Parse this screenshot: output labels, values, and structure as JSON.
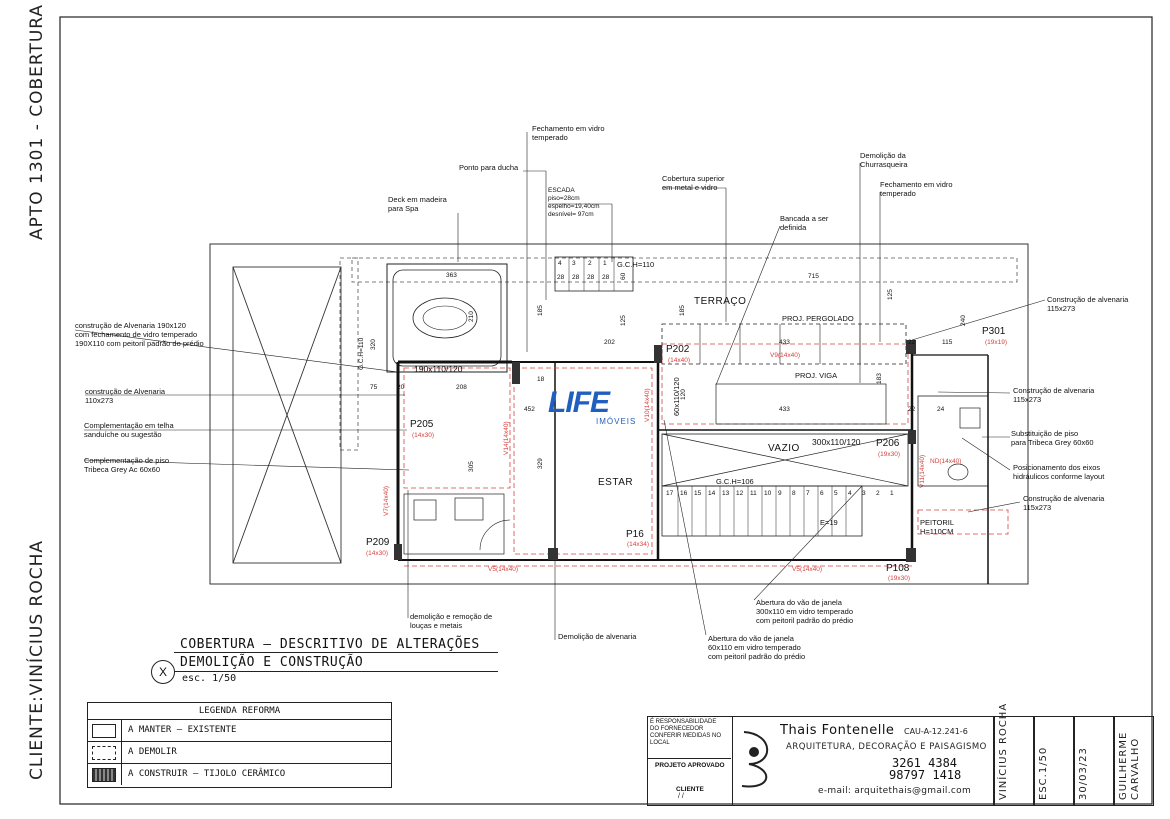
{
  "sheet_label": "APTO 1301 - COBERTURA",
  "client_label": "CLIENTE:VINÍCIUS ROCHA",
  "notes": {
    "fechamento_vidro": "Fechamento em vidro\ntemperado",
    "ponto_ducha": "Ponto para ducha",
    "escada": "ESCADA\npiso=28cm\nespelho=19,40cm\ndesnível= 97cm",
    "deck": "Deck em madeira\npara Spa",
    "cobertura_superior": "Cobertura superior\nem metal e vidro",
    "bancada": "Bancada a ser\ndefinida",
    "demolicao_churrasqueira": "Demolição da\nChurrasqueira",
    "fechamento_vidro_2": "Fechamento em vidro\ntemperado",
    "construcao_alvenaria_115_top": "Construção de alvenaria\n115x273",
    "construcao_alvenaria_190": "construção de Alvenaria 190x120\ncom fechamento de vidro temperado\n190X110 com peitoril padrão do prédio",
    "construcao_alvenaria_110": "construção de Alvenaria\n110x273",
    "complementacao_telha": "Complementação em telha\nsanduíche ou sugestão",
    "complementacao_piso": "Complementação de piso\nTribeca Grey Ac 60x60",
    "construcao_alvenaria_115_mid": "Construção de alvenaria\n115x273",
    "substituicao_piso": "Substituição de piso\npara Tribeca Grey 60x60",
    "posicionamento_eixos": "Posicionamento dos eixos\nhidráulicos conforme layout",
    "construcao_alvenaria_115_low": "Construção de alvenaria\n115x273",
    "demolicao_loucas": "demolição e remoção de\nlouças e metais",
    "demolicao_alvenaria": "Demolição de alvenaria",
    "abertura_300": "Abertura do vão de janela\n300x110 em vidro temperado\ncom peitoril padrão do prédio",
    "abertura_60": "Abertura do vão de janela\n60x110 em vidro temperado\ncom peitoril padrão do prédio"
  },
  "rooms": {
    "terraco": "TERRAÇO",
    "estar": "ESTAR",
    "vazio": "VAZIO",
    "proj_pergolado": "PROJ. PERGOLADO",
    "proj_viga": "PROJ. VIGA"
  },
  "pillars": [
    {
      "name": "P202",
      "size": "(14x40)"
    },
    {
      "name": "P205",
      "size": "(14x30)"
    },
    {
      "name": "P206",
      "size": "(19x30)"
    },
    {
      "name": "P209",
      "size": "(14x30)"
    },
    {
      "name": "P16",
      "size": "(14x34)"
    },
    {
      "name": "P108",
      "size": "(19x30)"
    },
    {
      "name": "P301",
      "size": "(19x19)"
    }
  ],
  "plan_labels": {
    "window_190": "190x110/120",
    "window_300": "300x110/120",
    "window_60": "60x110/120",
    "gch_110": "G.C.H=110",
    "gch_106": "G.C.H=106",
    "gch_110_v": "G.C.H=110",
    "peitoril": "PEITORIL\nH=110CM",
    "e19": "E=19",
    "v5_left": "V5(14x40)",
    "v5_right": "V5(14x40)",
    "v7": "V7(14x40)",
    "v10": "V10(14x40)",
    "v14": "V14(14x40)",
    "v9": "V9(14x40)",
    "nd": "ND(14x40)",
    "v11": "V11(14x40)"
  },
  "dimensions": {
    "d715": "715",
    "d125a": "125",
    "d125b": "125",
    "d185a": "185",
    "d185b": "185",
    "d202": "202",
    "d433a": "433",
    "d433b": "433",
    "d452": "452",
    "d329": "329",
    "d305": "305",
    "d208": "208",
    "d75": "75",
    "d20": "20",
    "d320": "320",
    "d210": "210",
    "d18": "18",
    "d115": "115",
    "d240": "240",
    "d22a": "22",
    "d22b": "22",
    "d183": "183",
    "d60": "60",
    "d363": "363",
    "d120": "120",
    "d24": "24"
  },
  "stair_top": [
    "4",
    "3",
    "2",
    "1",
    "28",
    "28",
    "28",
    "28"
  ],
  "stair_bottom": [
    "17",
    "16",
    "15",
    "14",
    "13",
    "12",
    "11",
    "10",
    "9",
    "8",
    "7",
    "6",
    "5",
    "4",
    "3",
    "2",
    "1"
  ],
  "title": {
    "marker": "X",
    "line1": "COBERTURA – DESCRITIVO DE ALTERAÇÕES",
    "line2": "DEMOLIÇÃO E CONSTRUÇÃO",
    "scale": "esc. 1/50"
  },
  "legend": {
    "header": "LEGENDA REFORMA",
    "items": [
      "A MANTER – EXISTENTE",
      "A DEMOLIR",
      "A CONSTRUIR – TIJOLO CERÂMICO"
    ]
  },
  "titleblock": {
    "responsibility": "É RESPONSABILIDADE\nDO FORNECEDOR\nCONFERIR MEDIDAS NO\nLOCAL",
    "approved": "PROJETO APROVADO",
    "client": "CLIENTE",
    "client_slash": "/   /",
    "architect": "Thais Fontenelle",
    "cau": "CAU-A-12.241-6",
    "services": "ARQUITETURA, DECORAÇÃO E PAISAGISMO",
    "phone1": "3261 4384",
    "phone2": "98797 1418",
    "email": "e-mail: arquitethais@gmail.com",
    "col_client": "VINÍCIUS ROCHA",
    "col_scale": "ESC.1/50",
    "col_date": "30/03/23",
    "col_drafter": "GUILHERME CARVALHO"
  },
  "watermark": {
    "brand": "LIFE",
    "sub": "IMÓVEIS"
  },
  "colors": {
    "line": "#1a1a1a",
    "red": "#d6423e",
    "watermark_blue": "#1f5fbf"
  }
}
